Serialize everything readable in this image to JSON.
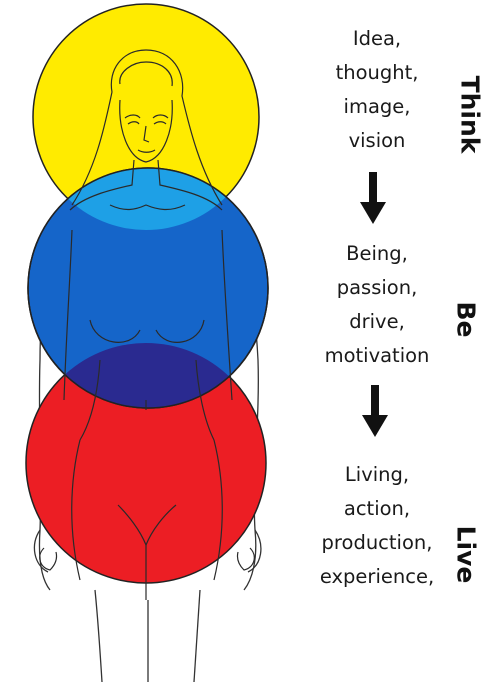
{
  "stages": [
    {
      "label": "Think",
      "lines": [
        "Idea,",
        "thought,",
        "image,",
        "vision"
      ],
      "color": "#ffeb00"
    },
    {
      "label": "Be",
      "lines": [
        "Being,",
        "passion,",
        "drive,",
        "motivation"
      ],
      "color": "#1565c9"
    },
    {
      "label": "Live",
      "lines": [
        "Living,",
        "action,",
        "production,",
        "experience,"
      ],
      "color": "#ec1e24"
    }
  ],
  "overlap_colors": {
    "think_be": "#1ea0e6",
    "be_live": "#2a2a90"
  },
  "icons": {
    "arrow": "down-arrow-icon",
    "figure": "female-figure-outline"
  }
}
